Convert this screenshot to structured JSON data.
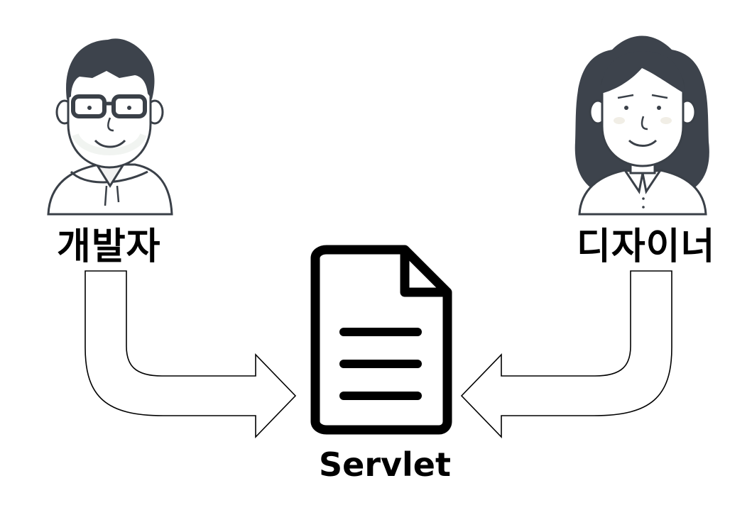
{
  "roles": {
    "developer": {
      "label": "개발자",
      "icon": "developer-avatar-icon"
    },
    "designer": {
      "label": "디자이너",
      "icon": "designer-avatar-icon"
    }
  },
  "center": {
    "label": "Servlet",
    "icon": "document-icon"
  },
  "colors": {
    "outline": "#3a4048",
    "hair": "#3d434c",
    "skin": "#ffffff",
    "cheek": "#f1eee6",
    "arrow_stroke": "#000000",
    "document_stroke": "#000000"
  }
}
